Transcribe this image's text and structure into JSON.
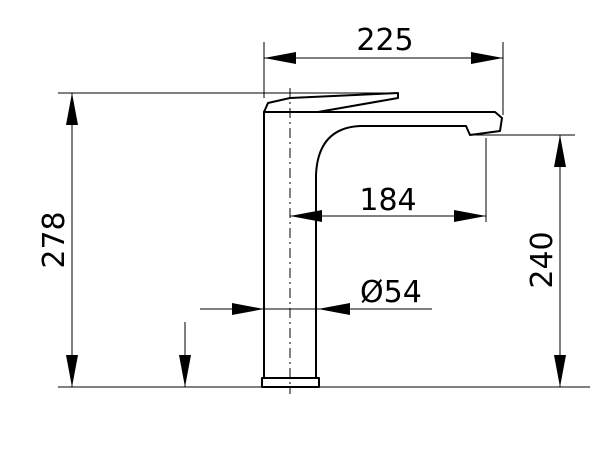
{
  "dimensions": {
    "width_225": "225",
    "reach_184": "184",
    "diameter_54": "Ø54",
    "height_278": "278",
    "height_240": "240"
  }
}
